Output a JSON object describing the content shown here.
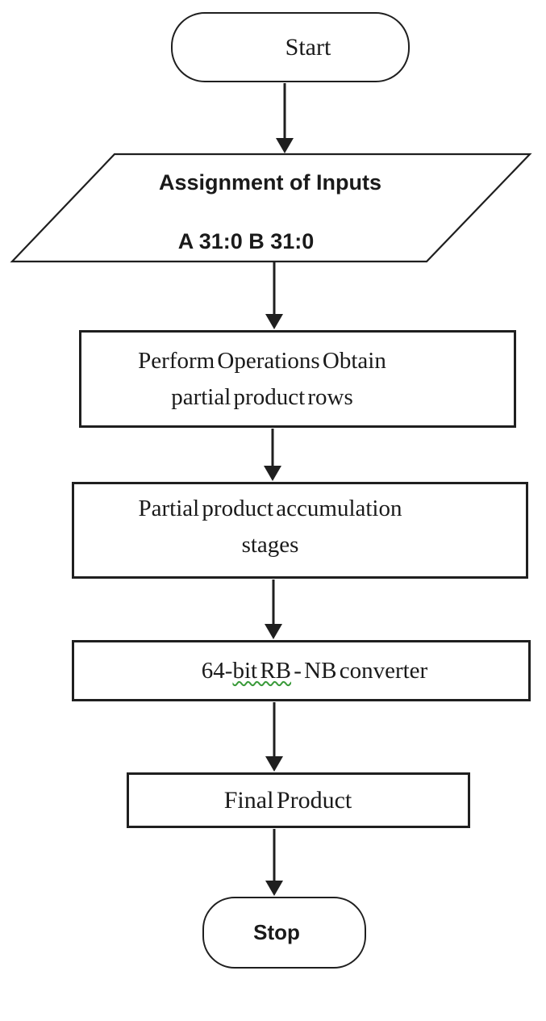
{
  "flowchart": {
    "type": "flowchart",
    "direction": "top-to-bottom",
    "colors": {
      "line": "#1f1f1f",
      "text": "#1a1a1a",
      "background": "#ffffff",
      "spellcheck": "#3a9a3a"
    },
    "nodes": {
      "start": {
        "shape": "terminator",
        "label": "Start"
      },
      "inputs": {
        "shape": "parallelogram",
        "line1": "Assignment of Inputs",
        "line2": "A 31:0 B 31:0"
      },
      "operations": {
        "shape": "process",
        "line1": "Perform Operations Obtain",
        "line2": "partial product rows"
      },
      "accumulation": {
        "shape": "process",
        "line1": "Partial product accumulation",
        "line2": "stages"
      },
      "converter": {
        "shape": "process",
        "prefix": "64-",
        "misspelled": "bit RB",
        "suffix": " - NB converter"
      },
      "final": {
        "shape": "process",
        "label": "Final Product"
      },
      "stop": {
        "shape": "terminator",
        "label": "Stop"
      }
    },
    "edges": [
      {
        "from": "start",
        "to": "inputs"
      },
      {
        "from": "inputs",
        "to": "operations"
      },
      {
        "from": "operations",
        "to": "accumulation"
      },
      {
        "from": "accumulation",
        "to": "converter"
      },
      {
        "from": "converter",
        "to": "final"
      },
      {
        "from": "final",
        "to": "stop"
      }
    ]
  }
}
